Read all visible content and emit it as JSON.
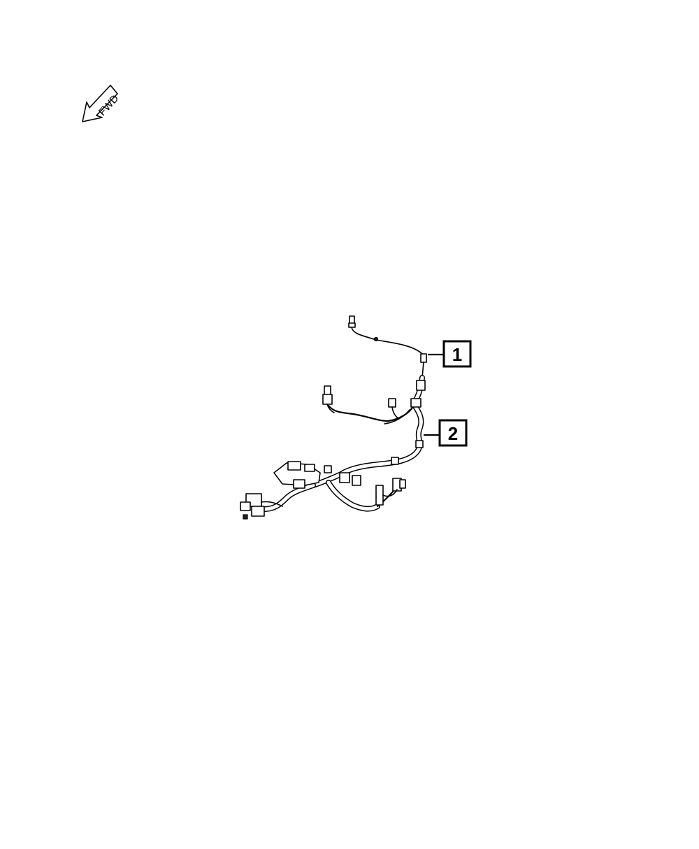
{
  "fwd_indicator": {
    "label": "FWD",
    "icon": "forward-direction-arrow-icon"
  },
  "callouts": [
    {
      "id": "callout-1",
      "label": "1"
    },
    {
      "id": "callout-2",
      "label": "2"
    }
  ],
  "colors": {
    "line": "#000000",
    "background": "#ffffff"
  }
}
